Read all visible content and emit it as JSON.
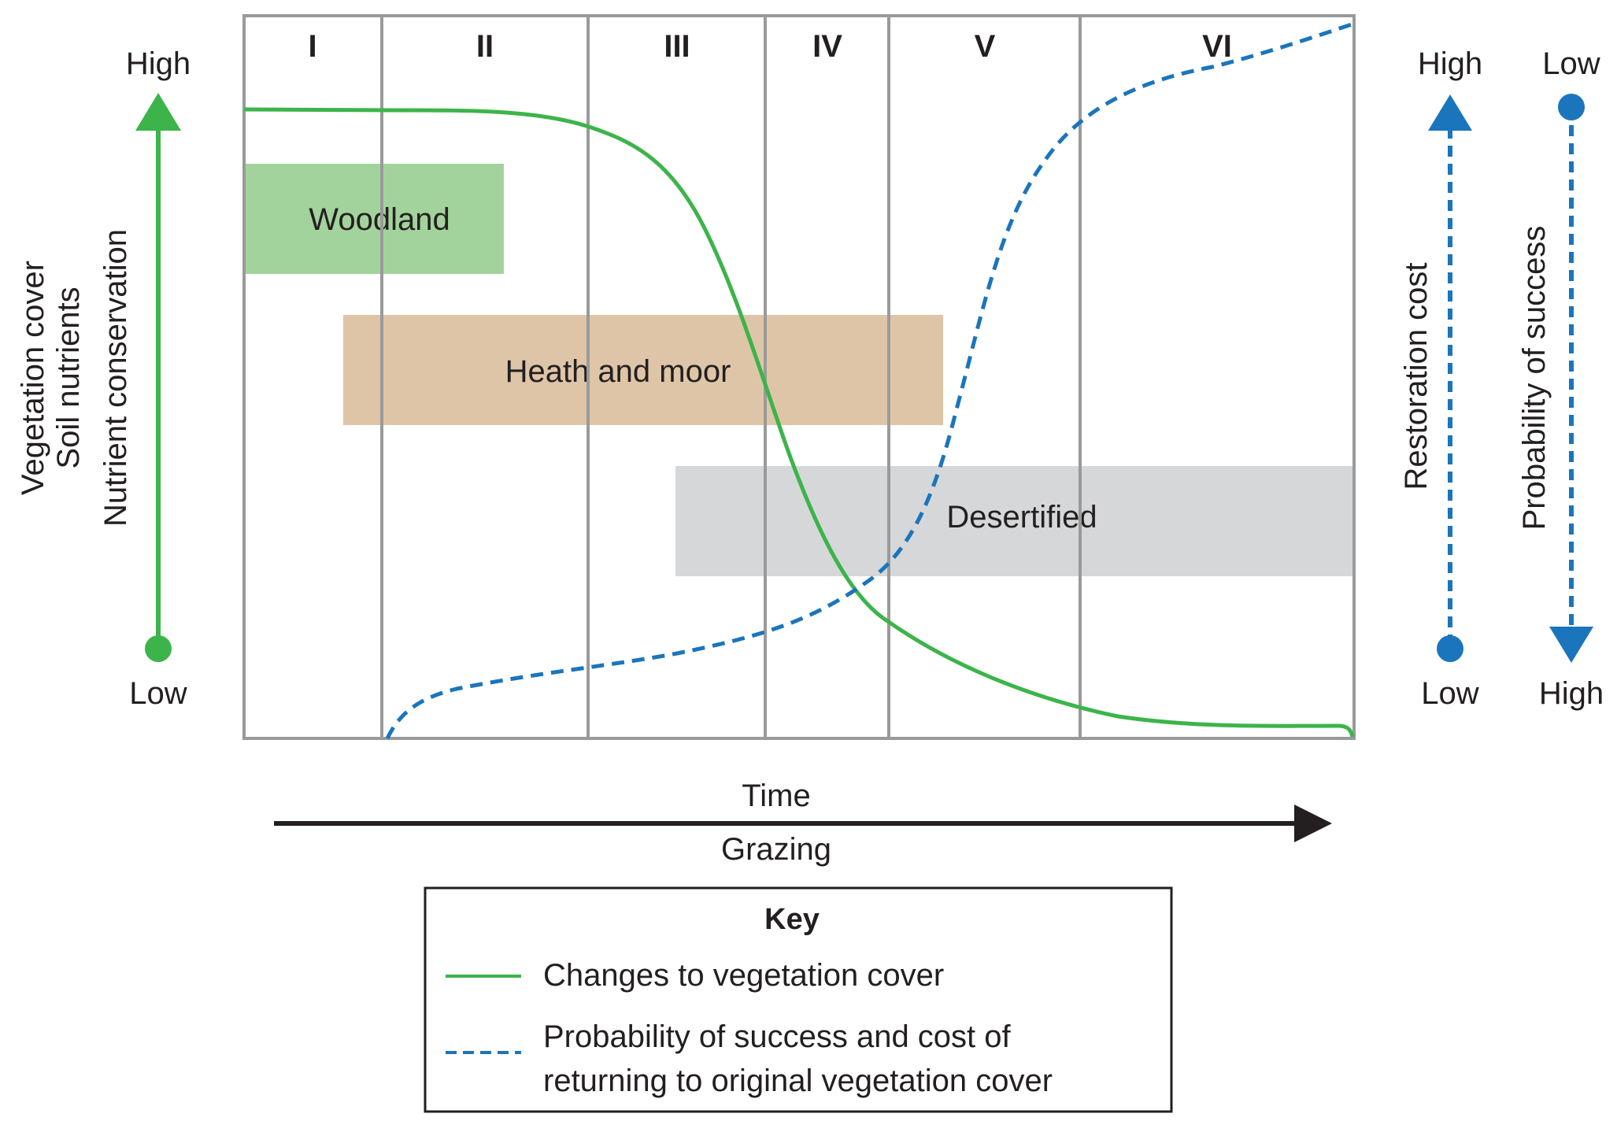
{
  "stages": [
    "I",
    "II",
    "III",
    "IV",
    "V",
    "VI"
  ],
  "zones": {
    "woodland": "Woodland",
    "heath": "Heath and moor",
    "desertified": "Desertified"
  },
  "left_axis": {
    "labels": [
      "Vegetation cover",
      "Soil nutrients",
      "Nutrient conservation"
    ],
    "high": "High",
    "low": "Low"
  },
  "restoration_axis": {
    "label": "Restoration cost",
    "top": "High",
    "bottom": "Low"
  },
  "probability_axis": {
    "label": "Probability of success",
    "top": "Low",
    "bottom": "High"
  },
  "time_axis": {
    "top": "Time",
    "bottom": "Grazing"
  },
  "key": {
    "title": "Key",
    "vegetation": "Changes to vegetation cover",
    "probability_line1": "Probability of success and cost of",
    "probability_line2": "returning to original vegetation cover"
  },
  "colors": {
    "green": "#3cb44a",
    "blue": "#1b75bc",
    "woodland_fill": "#a3d39c",
    "heath_fill": "#dfc5a8",
    "desert_fill": "#d6d7d9",
    "grid": "#9a9a9a",
    "text": "#231f20"
  }
}
